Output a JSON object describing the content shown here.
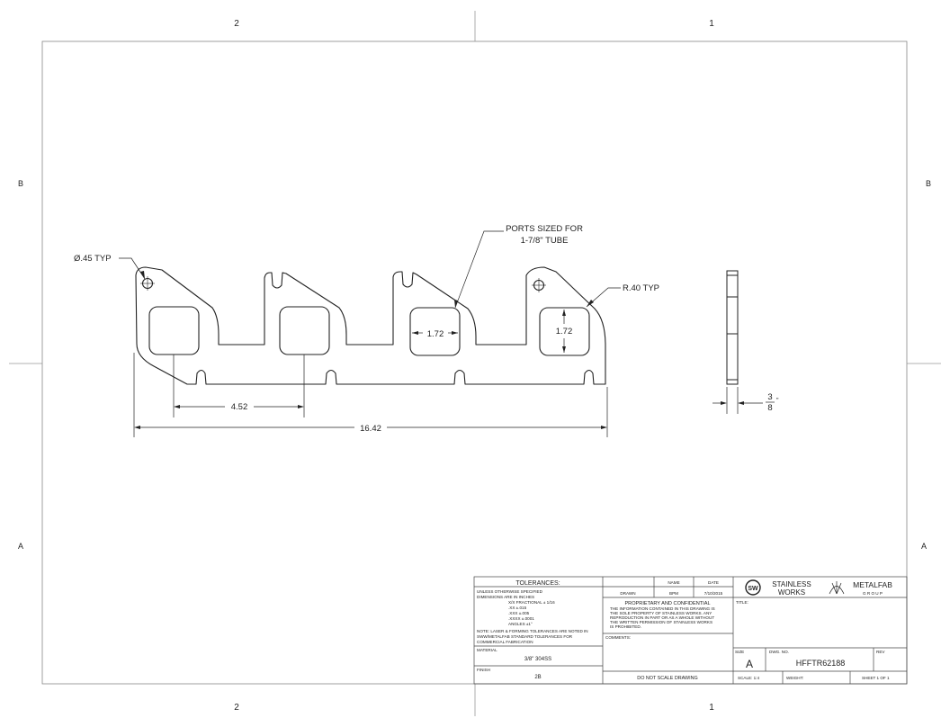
{
  "zones": {
    "top": [
      "2",
      "1"
    ],
    "bottom": [
      "2",
      "1"
    ],
    "left": [
      "B",
      "A"
    ],
    "right": [
      "B",
      "A"
    ]
  },
  "drawing": {
    "hole_callout": "Ø.45 TYP",
    "port_callout_line1": "PORTS SIZED FOR",
    "port_callout_line2": "1-7/8\" TUBE",
    "radius_callout": "R.40 TYP",
    "port_width": "1.72",
    "port_height": "1.72",
    "port_spacing": "4.52",
    "overall_length": "16.42",
    "thickness_num": "3",
    "thickness_inch": "\"",
    "thickness_den": "8"
  },
  "title_block": {
    "tolerances_header": "TOLERANCES:",
    "tolerance_lines": [
      "UNLESS OTHERWISE SPECIFIED",
      "DIMENSIONS ARE IN INCHES",
      "X/X FRACTIONAL  ± 1/16",
      ".XX             ±.015",
      ".XXX            ±.005",
      ".XXXX           ±.0001",
      "ANGLES          ±1°",
      "NOTE: LASER & FORMING TOLERANCES ARE NOTED IN",
      "SWW/METALFAB STANDARD TOLERANCES FOR",
      "COMMERCIAL FABRICATION"
    ],
    "material_label": "MATERIAL",
    "material_value": "3/8\" 304SS",
    "finish_label": "FINISH",
    "finish_value": "2B",
    "name_header": "NAME",
    "date_header": "DATE",
    "drawn_label": "DRAWN",
    "drawn_name": "BPM",
    "drawn_date": "7/10/2015",
    "proprietary_title": "PROPRIETARY AND CONFIDENTIAL",
    "proprietary_lines": [
      "THE INFORMATION CONTAINED IN THIS DRAWING IS",
      "THE SOLE PROPERTY OF STAINLESS WORKS. ANY",
      "REPRODUCTION IN PART OR AS A WHOLE WITHOUT",
      "THE WRITTEN PERMISSION OF STAINLESS WORKS",
      "IS PROHIBITED."
    ],
    "comments_label": "COMMENTS:",
    "no_scale": "DO NOT SCALE DRAWING",
    "sw_logo_letters": "SW",
    "sw_name_line1": "STAINLESS",
    "sw_name_line2": "WORKS",
    "mf_name": "METALFAB",
    "mf_sub": "G R O U P",
    "title_label": "TITLE:",
    "size_label": "SIZE",
    "size_value": "A",
    "dwg_label": "DWG.  NO.",
    "dwg_value": "HFFTR62188",
    "rev_label": "REV",
    "scale_label": "SCALE: 1:4",
    "weight_label": "WEIGHT:",
    "sheet_label": "SHEET 1 OF 1"
  }
}
